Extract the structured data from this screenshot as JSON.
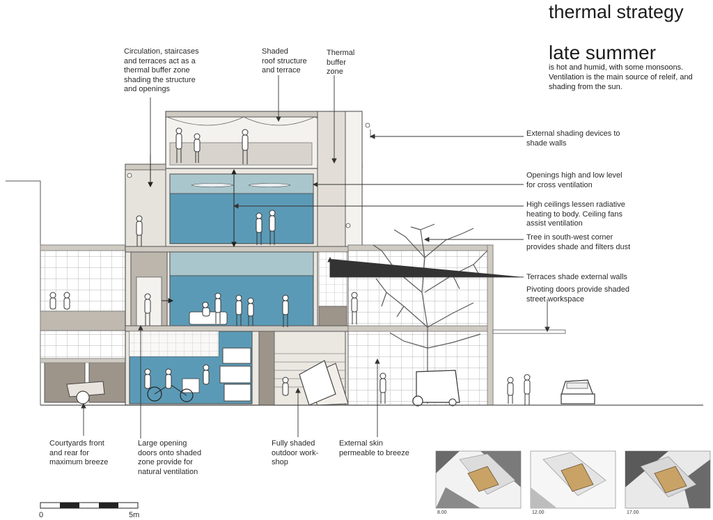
{
  "title": "thermal strategy",
  "season": "late summer",
  "season_description": "is hot and humid, with some monsoons. Ventilation is the main source of releif, and shading from the sun.",
  "annotations": {
    "circulation": "Circulation, staircases\nand terraces act as a\nthermal buffer zone\nshading the structure\nand openings",
    "shaded_roof": "Shaded\nroof structure\nand terrace",
    "thermal_buffer": "Thermal\nbuffer\nzone",
    "external_shading": "External shading devices to\nshade walls",
    "openings": "Openings high and low level\nfor cross ventilation",
    "high_ceilings": "High ceilings lessen radiative\nheating to body. Ceiling fans\nassist ventilation",
    "tree": "Tree in south-west corner\nprovides shade and filters dust",
    "terraces": "Terraces shade external walls",
    "pivoting_doors": "Pivoting doors provide shaded\nstreet workspace",
    "courtyards": "Courtyards front\nand rear for\nmaximum breeze",
    "large_opening": "Large opening\ndoors onto shaded\nzone provide for\nnatural ventilation",
    "workshop": "Fully shaded\noutdoor work-\nshop",
    "external_skin": "External skin\npermeable to breeze"
  },
  "scale_bar": {
    "start": "0",
    "end": "5m"
  },
  "sun_studies": [
    {
      "time": "8.00"
    },
    {
      "time": "12.00"
    },
    {
      "time": "17.00"
    }
  ],
  "colors": {
    "blue_room": "#5b9ab6",
    "light_blue": "#a9c6cc",
    "wall": "#cfcac2",
    "dark_wall": "#9d948a",
    "timber": "#c9a266",
    "ink": "#333333"
  }
}
